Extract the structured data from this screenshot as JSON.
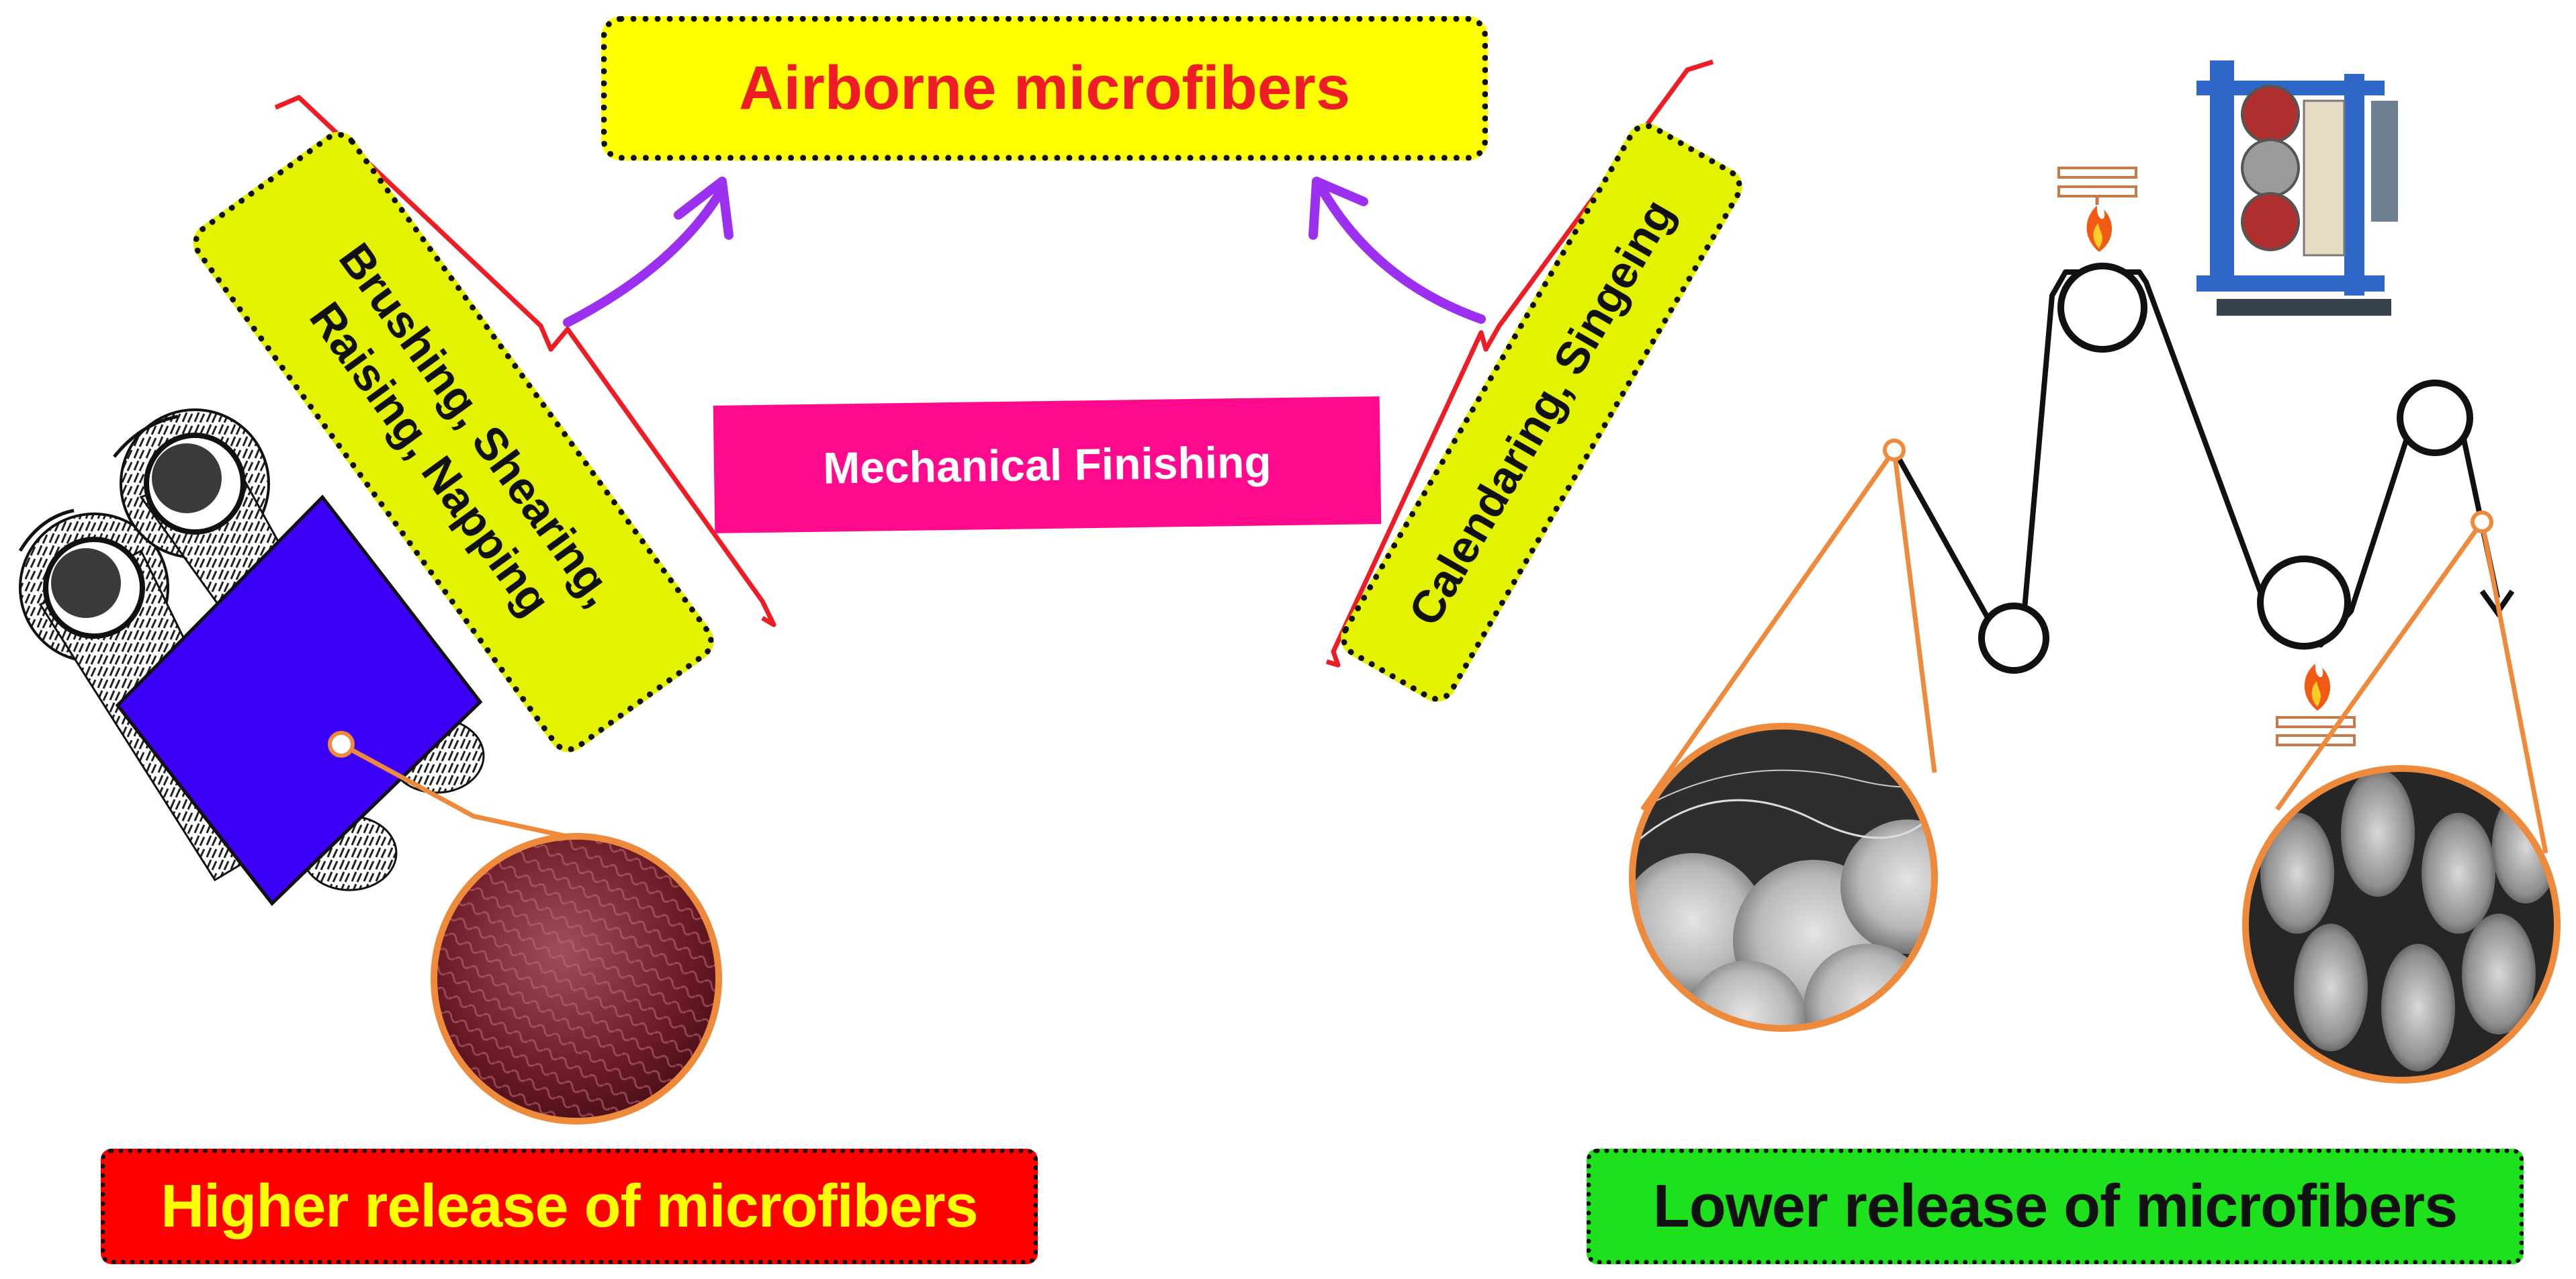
{
  "title": "Airborne microfibers",
  "center_label": "Mechanical Finishing",
  "left_process": {
    "line1": "Brushing, Shearing,",
    "line2": "Raising, Napping"
  },
  "right_process": "Calendaring, Singeing",
  "higher_label": "Higher release of microfibers",
  "lower_label": "Lower release of microfibers",
  "colors": {
    "title_bg": "#ffff00",
    "title_text": "#ee1c25",
    "center_bg": "#ff0a8c",
    "process_bg": "#e2f200",
    "higher_bg": "#ff0000",
    "higher_text": "#ffff00",
    "lower_bg": "#1ee11e",
    "arrow": "#9b30f0",
    "bracket": "#ee1c25",
    "fabric": "#3b00f5",
    "callout": "#ed8a3c"
  },
  "icons": [
    "brush-roller-icon",
    "fabric-sheet-icon",
    "flame-icon",
    "calender-machine-icon"
  ]
}
